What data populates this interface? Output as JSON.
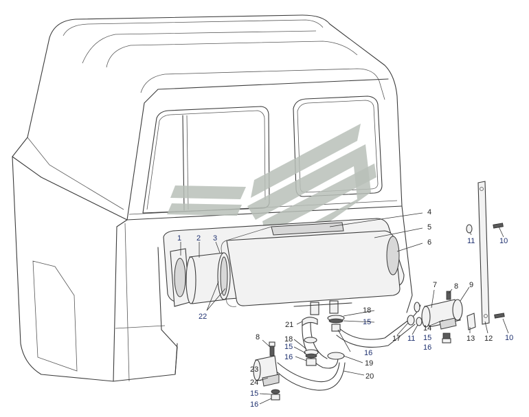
{
  "callouts": [
    {
      "id": "c1",
      "text": "1"
    },
    {
      "id": "c2",
      "text": "2"
    },
    {
      "id": "c3",
      "text": "3"
    },
    {
      "id": "c4",
      "text": "4"
    },
    {
      "id": "c5",
      "text": "5"
    },
    {
      "id": "c6",
      "text": "6"
    },
    {
      "id": "c7",
      "text": "7"
    },
    {
      "id": "c8a",
      "text": "8"
    },
    {
      "id": "c8b",
      "text": "8"
    },
    {
      "id": "c9",
      "text": "9"
    },
    {
      "id": "c10a",
      "text": "10"
    },
    {
      "id": "c10b",
      "text": "10"
    },
    {
      "id": "c11a",
      "text": "11"
    },
    {
      "id": "c11b",
      "text": "11"
    },
    {
      "id": "c12",
      "text": "12"
    },
    {
      "id": "c13",
      "text": "13"
    },
    {
      "id": "c14",
      "text": "14"
    },
    {
      "id": "c15a",
      "text": "15"
    },
    {
      "id": "c15b",
      "text": "15"
    },
    {
      "id": "c15c",
      "text": "15"
    },
    {
      "id": "c15d",
      "text": "15"
    },
    {
      "id": "c16a",
      "text": "16"
    },
    {
      "id": "c16b",
      "text": "16"
    },
    {
      "id": "c16c",
      "text": "16"
    },
    {
      "id": "c16d",
      "text": "16"
    },
    {
      "id": "c17",
      "text": "17"
    },
    {
      "id": "c18a",
      "text": "18"
    },
    {
      "id": "c18b",
      "text": "18"
    },
    {
      "id": "c19",
      "text": "19"
    },
    {
      "id": "c20",
      "text": "20"
    },
    {
      "id": "c21",
      "text": "21"
    },
    {
      "id": "c22",
      "text": "22"
    },
    {
      "id": "c23",
      "text": "23"
    },
    {
      "id": "c24",
      "text": "24"
    }
  ],
  "colors": {
    "line": "#3a3a3a",
    "label": "#222222",
    "label_blue": "#1d2f6e",
    "watermark": "#b9c0b9"
  }
}
